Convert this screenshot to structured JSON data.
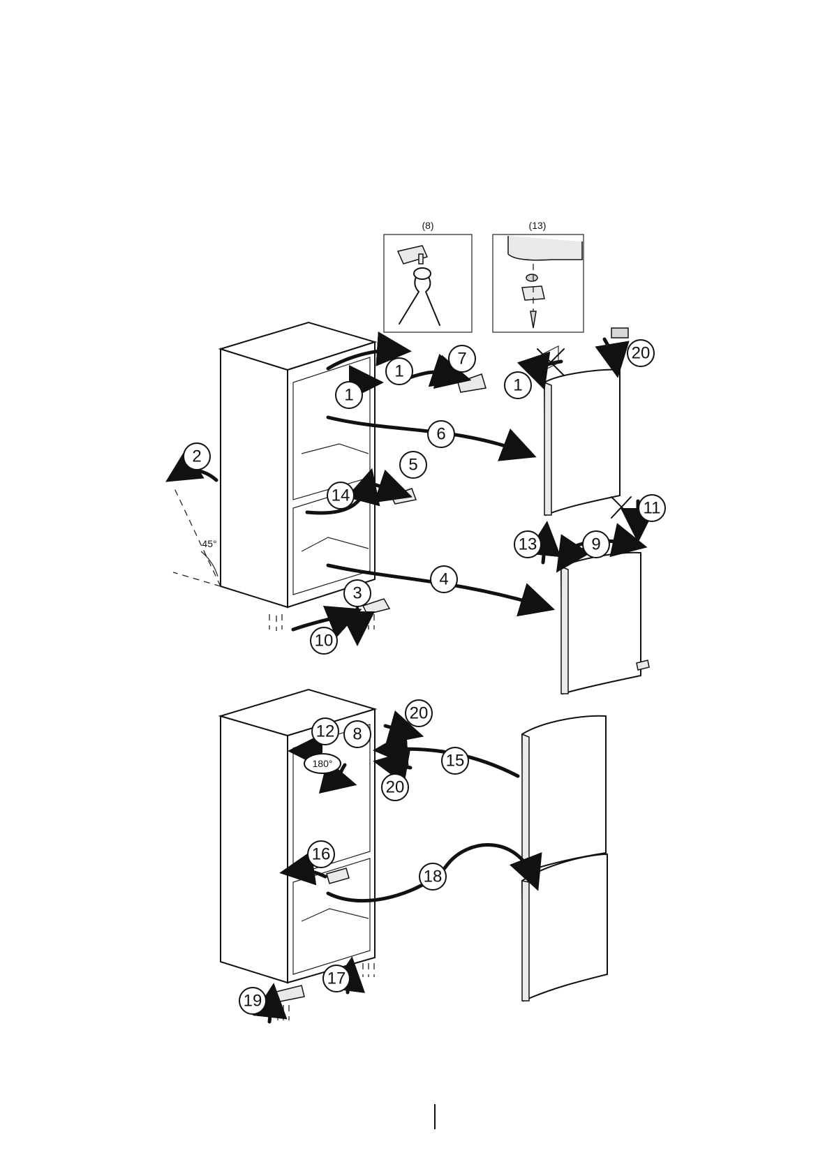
{
  "inset_labels": {
    "left": "(8)",
    "right": "(13)"
  },
  "angle_label": "45°",
  "rotation_label": "180°",
  "callouts": {
    "c1a": "1",
    "c1b": "1",
    "c1c": "1",
    "c2": "2",
    "c3": "3",
    "c4": "4",
    "c5": "5",
    "c6": "6",
    "c7": "7",
    "c8": "8",
    "c9": "9",
    "c10": "10",
    "c11": "11",
    "c12": "12",
    "c13": "13",
    "c14": "14",
    "c15": "15",
    "c16": "16",
    "c17": "17",
    "c18": "18",
    "c19": "19",
    "c20a": "20",
    "c20b": "20",
    "c20c": "20"
  }
}
